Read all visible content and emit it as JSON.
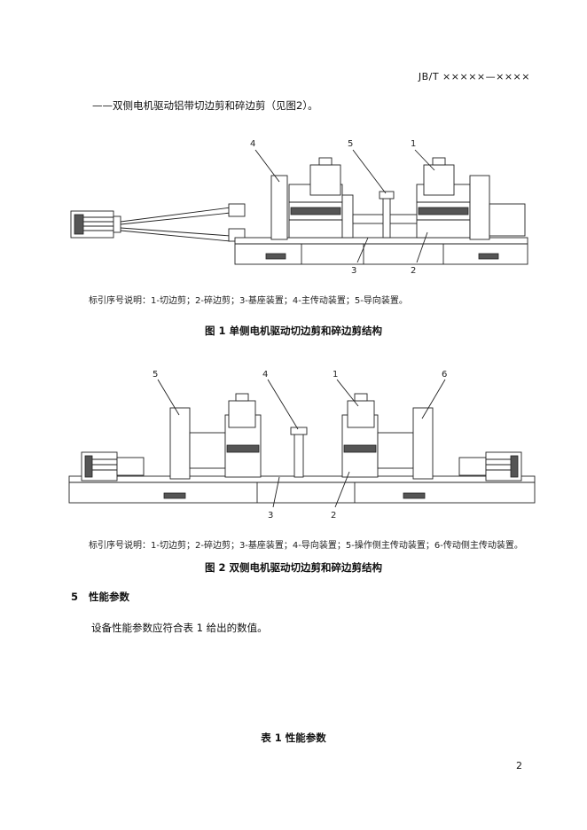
{
  "header": {
    "standard_code": "JB/T ×××××—××××"
  },
  "intro_line": "——双侧电机驱动铝带切边剪和碎边剪（见图2）。",
  "figure1": {
    "callouts": [
      "4",
      "5",
      "1",
      "3",
      "2"
    ],
    "legend": "标引序号说明：1-切边剪；2-碎边剪；3-基座装置；4-主传动装置；5-导向装置。",
    "caption": "图 1   单侧电机驱动切边剪和碎边剪结构"
  },
  "figure2": {
    "callouts": [
      "5",
      "4",
      "1",
      "6",
      "3",
      "2"
    ],
    "legend": "标引序号说明：1-切边剪；2-碎边剪；3-基座装置；4-导向装置；5-操作侧主传动装置；6-传动侧主传动装置。",
    "caption": "图 2   双侧电机驱动切边剪和碎边剪结构"
  },
  "section": {
    "number": "5",
    "title": "性能参数"
  },
  "paragraph": "设备性能参数应符合表 1 给出的数值。",
  "table_title": "表 1   性能参数",
  "page_number": "2"
}
